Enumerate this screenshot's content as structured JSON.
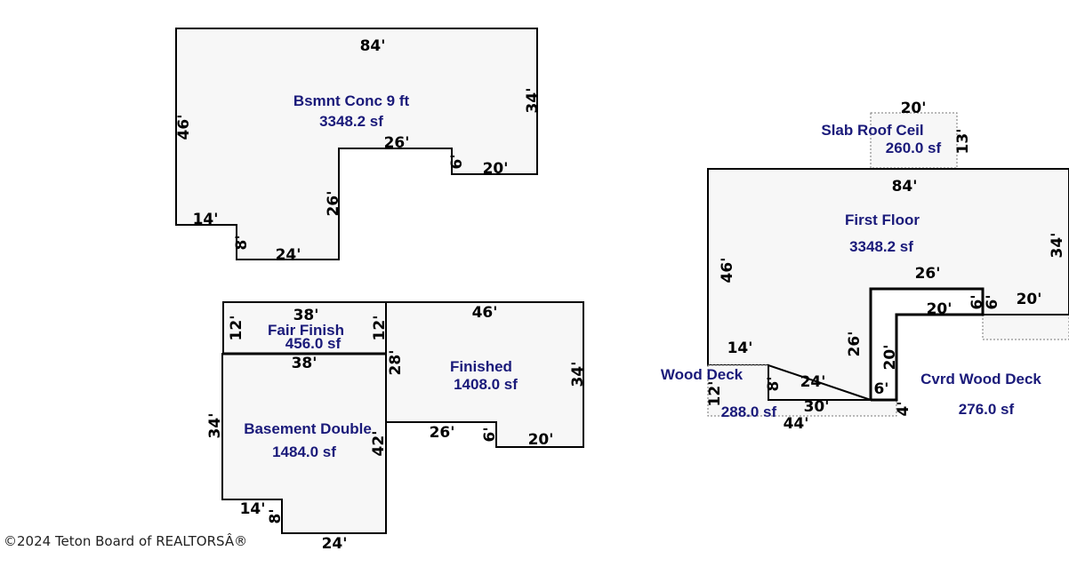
{
  "areas": {
    "bsmnt_conc": {
      "name": "Bsmnt Conc 9 ft",
      "sf": "3348.2 sf"
    },
    "fair_finish": {
      "name": "Fair Finish",
      "sf": "456.0 sf"
    },
    "finished": {
      "name": "Finished",
      "sf": "1408.0 sf"
    },
    "basement_double": {
      "name": "Basement Double",
      "sf": "1484.0 sf"
    },
    "slab_roof": {
      "name": "Slab Roof Ceil",
      "sf": "260.0 sf"
    },
    "first_floor": {
      "name": "First Floor",
      "sf": "3348.2 sf"
    },
    "wood_deck": {
      "name": "Wood Deck",
      "sf": "288.0 sf"
    },
    "cvrd_wood_deck": {
      "name": "Cvrd Wood Deck",
      "sf": "276.0 sf"
    }
  },
  "dims": {
    "bsmnt_top": "84'",
    "bsmnt_right": "34'",
    "bsmnt_left": "46'",
    "bsmnt_step_top": "26'",
    "bsmnt_step6": "6'",
    "bsmnt_20": "20'",
    "bsmnt_14": "14'",
    "bsmnt_8": "8'",
    "bsmnt_24": "24'",
    "bsmnt_26v": "26'",
    "ff_38_top": "38'",
    "ff_12_left": "12'",
    "ff_12_right": "12'",
    "ff_38_bottom": "38'",
    "fin_46": "46'",
    "fin_28": "28'",
    "fin_34": "34'",
    "fin_26": "26'",
    "fin_6": "6'",
    "fin_20": "20'",
    "bd_34": "34'",
    "bd_42": "42'",
    "bd_14": "14'",
    "bd_8": "8'",
    "bd_24": "24'",
    "slab_20": "20'",
    "slab_13": "13'",
    "fl_84": "84'",
    "fl_34": "34'",
    "fl_46": "46'",
    "fl_26": "26'",
    "fl_6a": "6'",
    "fl_20a": "20'",
    "fl_20b": "20'",
    "fl_6b": "6'",
    "fl_26v": "26'",
    "fl_20v": "20'",
    "fl_14": "14'",
    "fl_8": "8'",
    "fl_24": "24'",
    "fl_12": "12'",
    "fl_30": "30'",
    "fl_44": "44'",
    "fl_4": "4'"
  },
  "copyright": "©2024 Teton Board of REALTORSÂ®"
}
